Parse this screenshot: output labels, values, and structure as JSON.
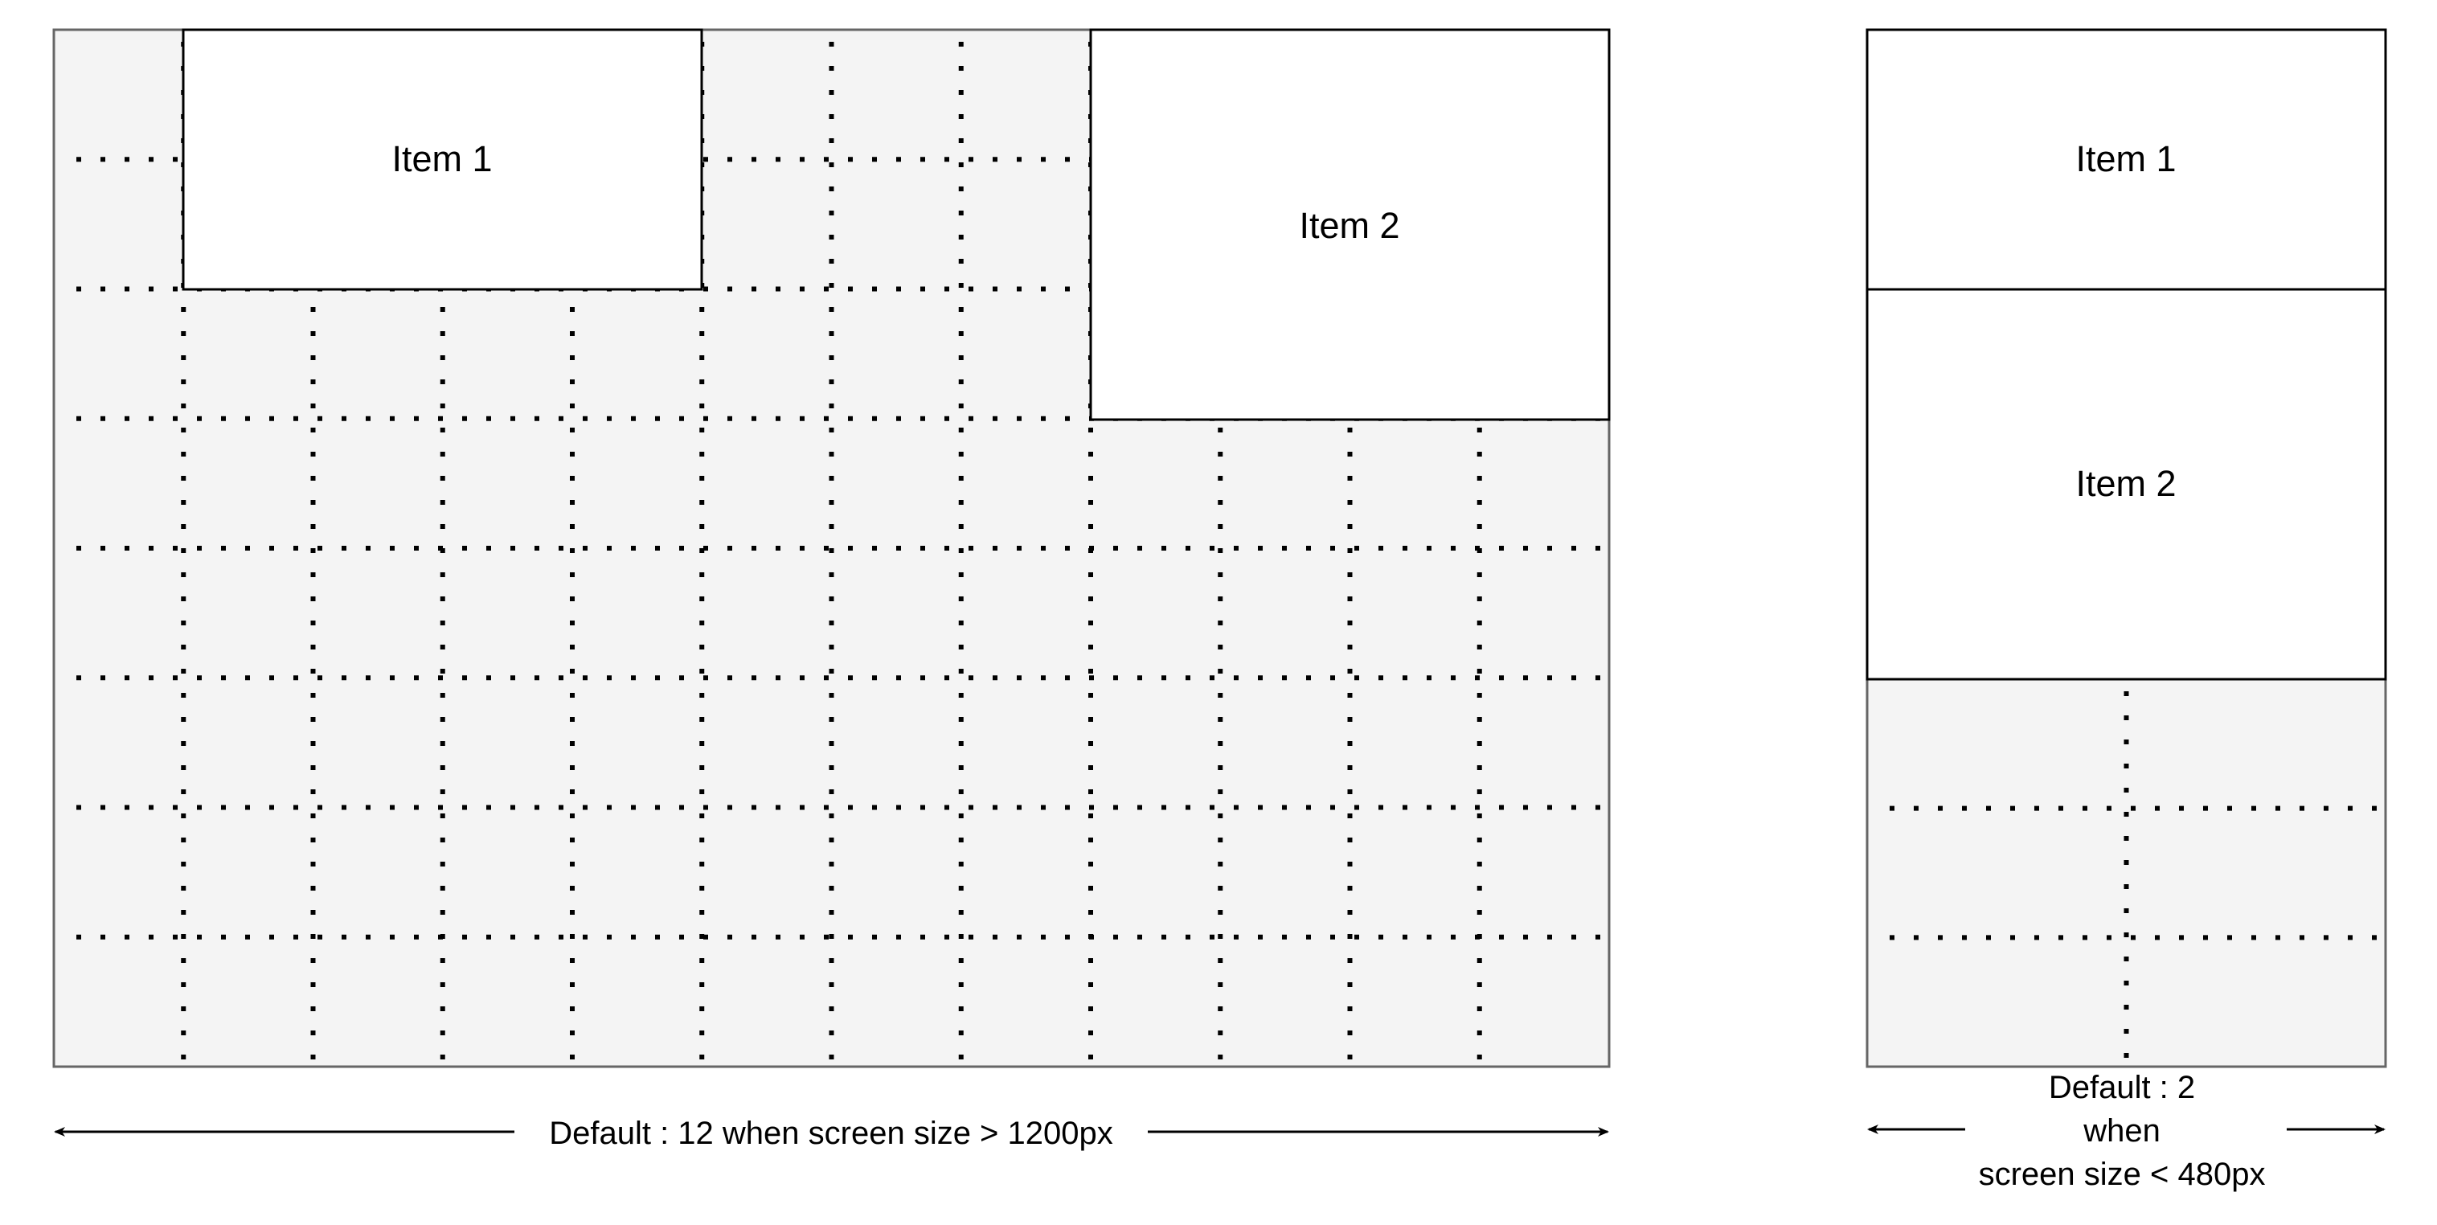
{
  "wide_layout": {
    "grid_columns": 12,
    "grid_rows": 8,
    "items": [
      {
        "label": "Item 1"
      },
      {
        "label": "Item 2"
      }
    ],
    "caption": "Default : 12 when screen size > 1200px"
  },
  "narrow_layout": {
    "grid_columns": 2,
    "grid_rows": 3,
    "items": [
      {
        "label": "Item 1"
      },
      {
        "label": "Item 2"
      }
    ],
    "caption_lines": [
      "Default : 2",
      "when",
      "screen size < 480px"
    ]
  },
  "colors": {
    "grid_background": "#f4f4f4",
    "grid_border": "#666666",
    "item_fill": "#ffffff",
    "line": "#000000"
  }
}
